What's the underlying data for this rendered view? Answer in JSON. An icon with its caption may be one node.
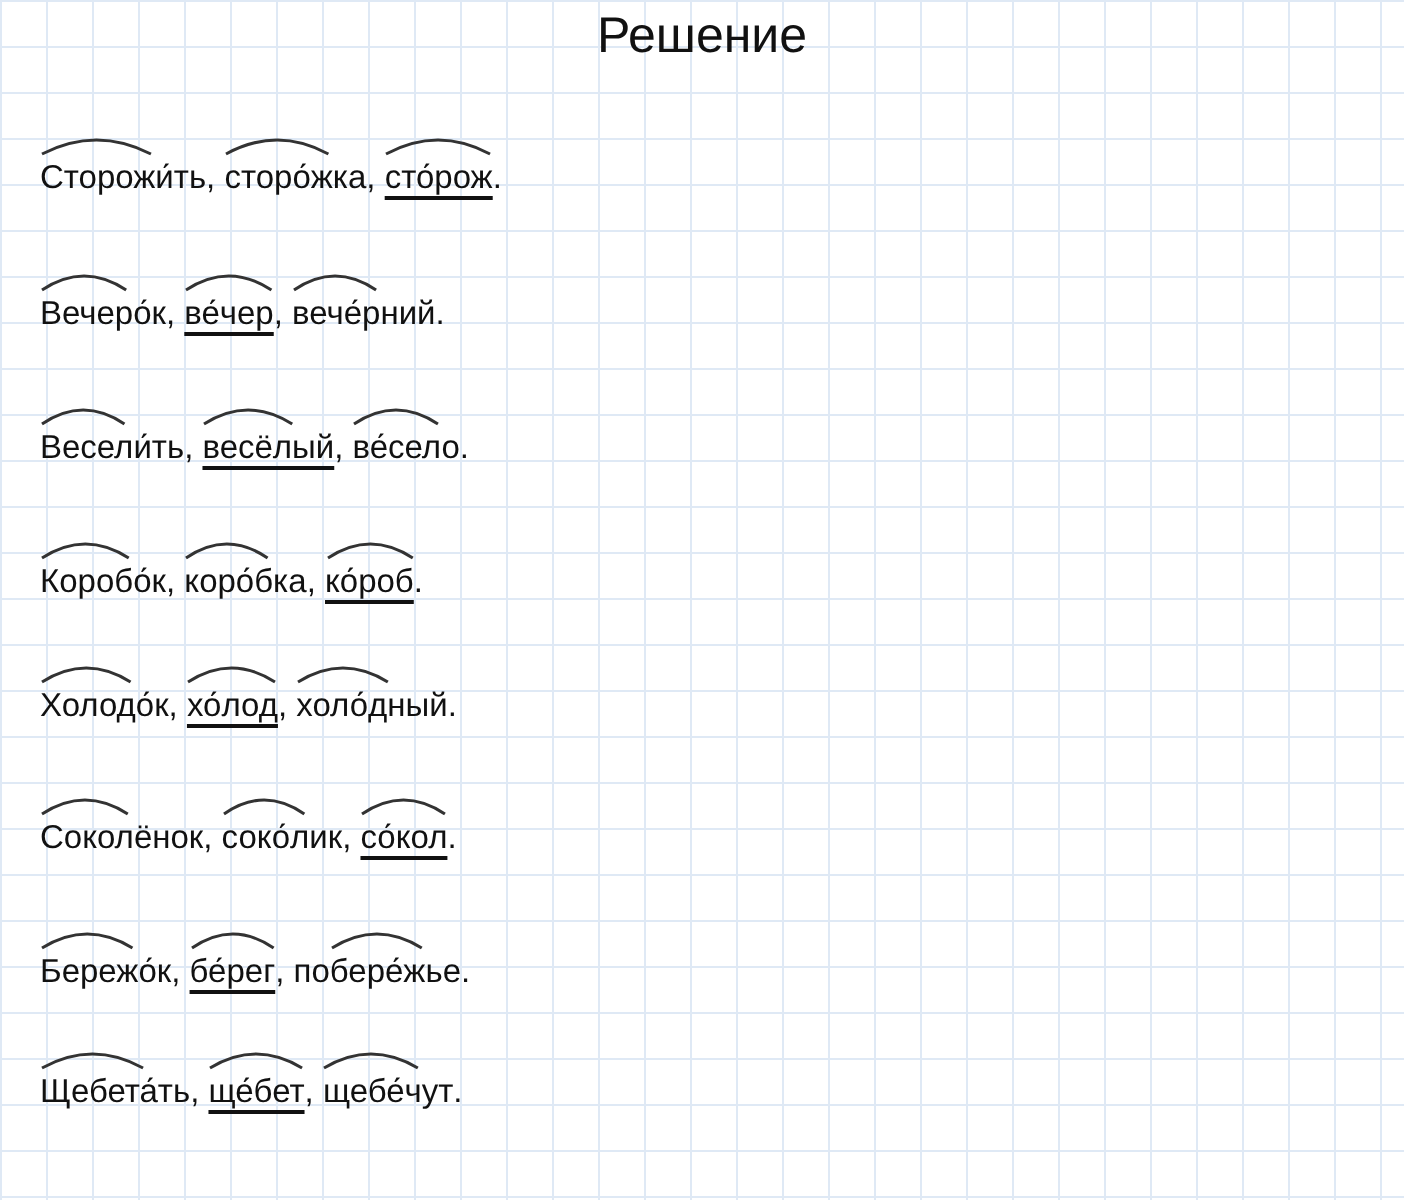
{
  "diagram": {
    "title": "Решение",
    "labels": [
      "Сторожи́ть, сторо́жка, сто́рож.",
      "Вечеро́к, ве́чер, вече́рний.",
      "Весели́ть, весёлый, ве́село.",
      "Коробо́к, коро́бка, ко́роб.",
      "Холодо́к, хо́лод, холо́дный.",
      "Соколёнок, соко́лик, со́кол.",
      "Бережо́к, бе́рег, побере́жье.",
      "Щебета́ть, ще́бет, щебе́чут."
    ]
  }
}
